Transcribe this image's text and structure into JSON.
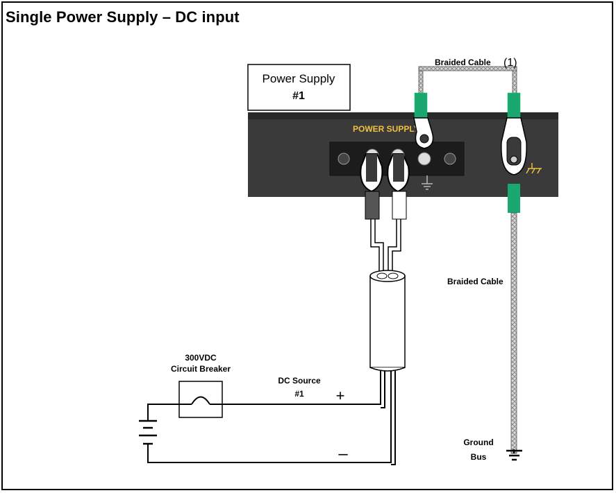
{
  "title": "Single Power Supply – DC input",
  "labels": {
    "power_supply_line1": "Power Supply",
    "power_supply_line2": "#1",
    "panel_label": "POWER SUPPLY 1",
    "braided_cable_top": "Braided Cable",
    "braided_cable_top_note": "(1)",
    "braided_cable_side": "Braided Cable",
    "breaker_line1": "300VDC",
    "breaker_line2": "Circuit Breaker",
    "dc_source_line1": "DC Source",
    "dc_source_line2": "#1",
    "plus_sign": "+",
    "minus_sign": "–",
    "ground_line1": "Ground",
    "ground_line2": "Bus"
  },
  "colors": {
    "panel": "#3a3a3a",
    "panel_text": "#f0c040",
    "sleeve": "#1aa870",
    "lug": "#ffffff",
    "wire": "#000000",
    "braid": "#b8b8b8",
    "neg_wire_insulation": "#555555"
  }
}
